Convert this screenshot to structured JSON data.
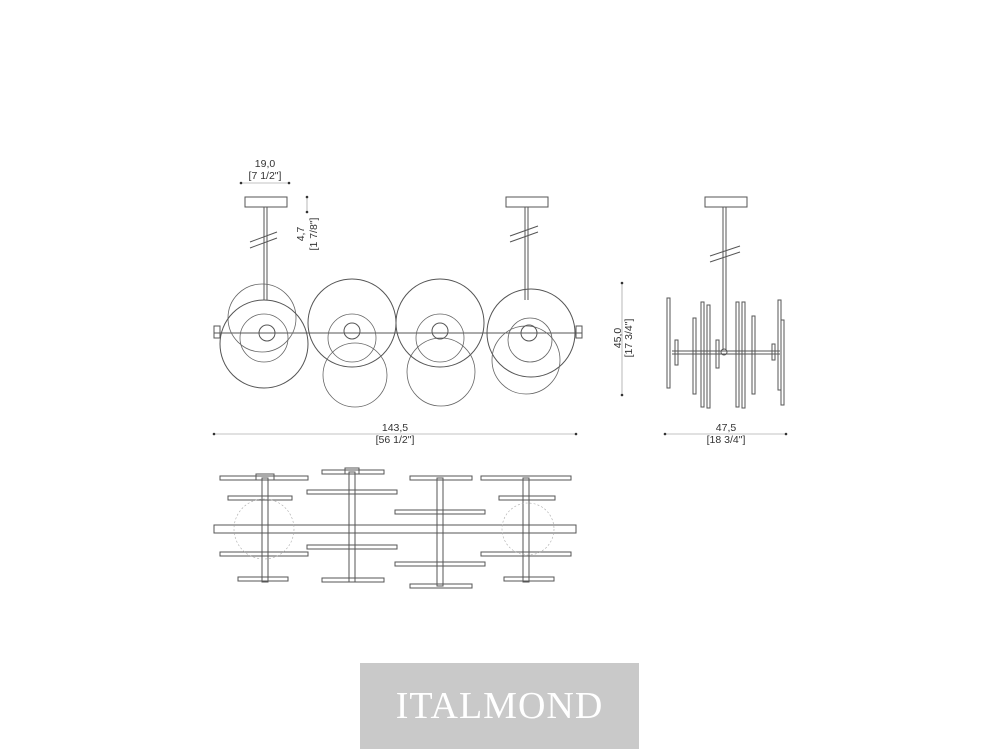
{
  "dimensions": {
    "canopy_width": {
      "value": "19,0",
      "imperial": "[7 1/2\"]"
    },
    "canopy_height": {
      "value": "4,7",
      "imperial": "[1 7/8\"]"
    },
    "total_height": {
      "value": "45,0",
      "imperial": "[17 3/4\"]"
    },
    "total_length": {
      "value": "143,5",
      "imperial": "[56 1/2\"]"
    },
    "total_depth": {
      "value": "47,5",
      "imperial": "[18 3/4\"]"
    }
  },
  "brand": {
    "logo_text": "ITALMOND"
  },
  "colors": {
    "line": "#555555",
    "logo_bg": "#c9c9c9",
    "logo_text": "#ffffff"
  }
}
